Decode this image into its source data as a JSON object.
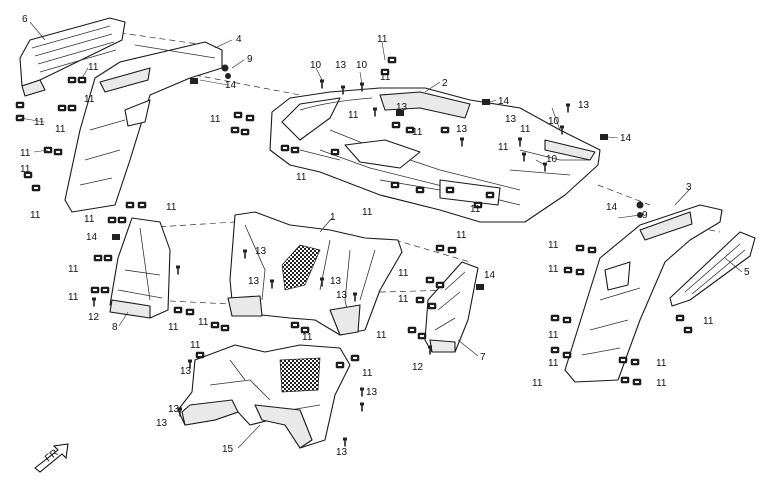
{
  "figure": {
    "callouts": {
      "part_1": "1",
      "part_2": "2",
      "part_3": "3",
      "part_4": "4",
      "part_5": "5",
      "part_6": "6",
      "part_7": "7",
      "part_8": "8",
      "part_9": "9",
      "part_10": "10",
      "part_11": "11",
      "part_12": "12",
      "part_13": "13",
      "part_14": "14",
      "part_15": "15"
    },
    "direction_marker": "FR"
  }
}
